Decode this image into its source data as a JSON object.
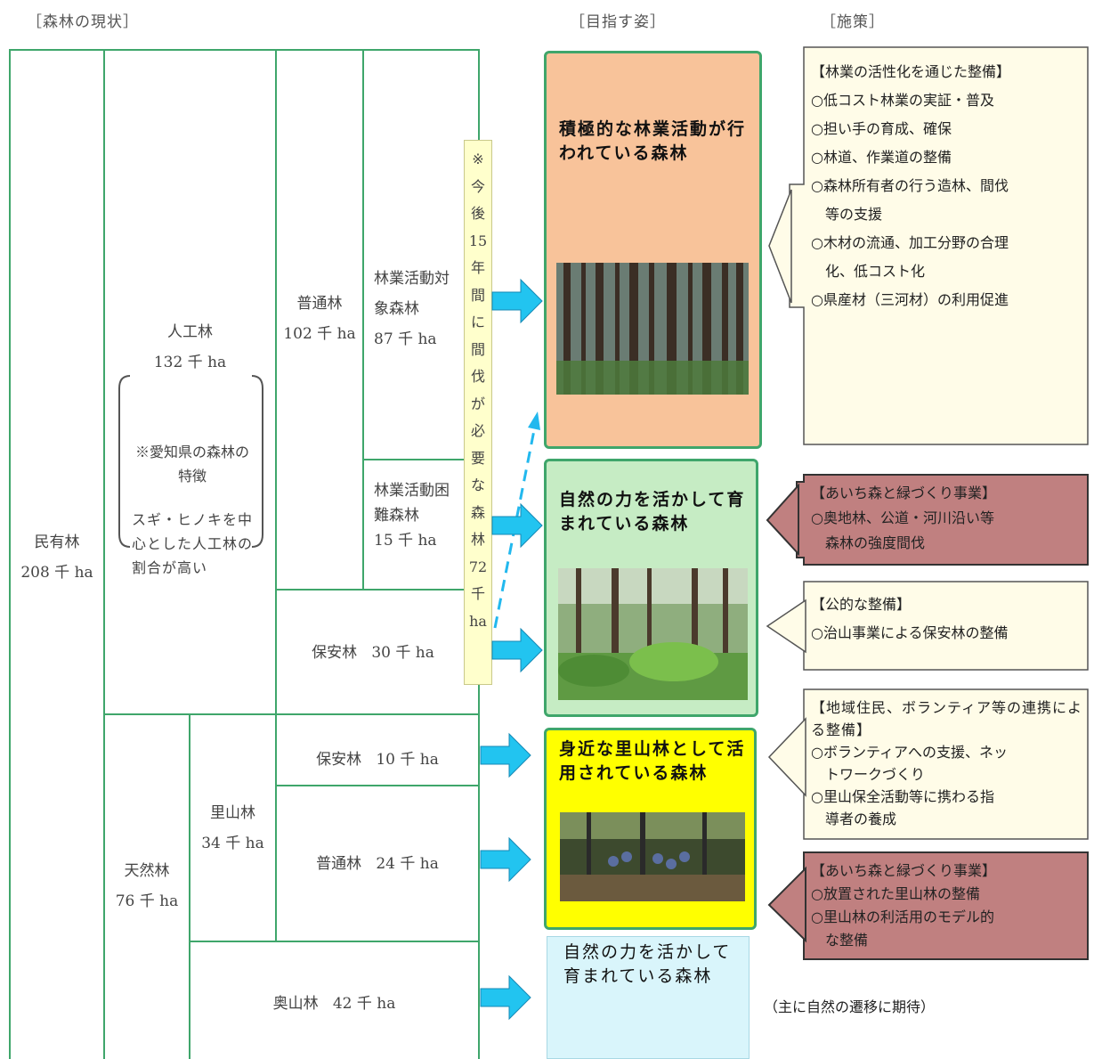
{
  "headers": {
    "current": "［森林の現状］",
    "goal": "［目指す姿］",
    "policy": "［施策］"
  },
  "current": {
    "private": {
      "name": "民有林",
      "area": "208 千 ha"
    },
    "planted": {
      "name": "人工林",
      "area": "132 千 ha"
    },
    "feature": {
      "title": "※愛知県の森林の特徴",
      "text": "スギ・ヒノキを中心とした人工林の割合が高い"
    },
    "ordinary_planted": {
      "name": "普通林",
      "area": "102 千 ha"
    },
    "forestry_target": {
      "name": "林業活動対象森林",
      "area": "87 千 ha"
    },
    "forestry_difficult": {
      "name": "林業活動困難森林",
      "area": "15 千 ha"
    },
    "protection_planted": {
      "name": "保安林",
      "area": "30 千 ha"
    },
    "thinning_note": [
      "※",
      "今",
      "後",
      "15",
      "年",
      "間",
      "に",
      "間",
      "伐",
      "が",
      "必",
      "要",
      "な",
      "森",
      "林",
      "72",
      "千",
      "ha"
    ],
    "natural": {
      "name": "天然林",
      "area": "76 千 ha"
    },
    "satoyama": {
      "name": "里山林",
      "area": "34 千 ha"
    },
    "protection_natural": {
      "name": "保安林",
      "area": "10 千 ha"
    },
    "ordinary_natural": {
      "name": "普通林",
      "area": "24 千 ha"
    },
    "okuyama": {
      "name": "奥山林",
      "area": "42 千 ha"
    }
  },
  "goals": [
    {
      "text": "積極的な林業活動が行われている森林"
    },
    {
      "text": "自然の力を活かして育まれている森林"
    },
    {
      "text": "身近な里山林として活用されている森林"
    },
    {
      "text": "自然の力を活かして育まれている森林"
    }
  ],
  "policies": {
    "forestry": {
      "title": "【林業の活性化を通じた整備】",
      "items": [
        "○低コスト林業の実証・普及",
        "○担い手の育成、確保",
        "○林道、作業道の整備",
        "○森林所有者の行う造林、間伐",
        "　等の支援",
        "○木材の流通、加工分野の合理",
        "　化、低コスト化",
        "○県産材（三河材）の利用促進"
      ]
    },
    "aichi1": {
      "title": "【あいち森と緑づくり事業】",
      "items": [
        "○奥地林、公道・河川沿い等",
        "　森林の強度間伐"
      ]
    },
    "public": {
      "title": "【公的な整備】",
      "items": [
        "○治山事業による保安林の整備"
      ]
    },
    "community": {
      "title": "【地域住民、ボランティア等の連携による整備】",
      "items": [
        "○ボランティアへの支援、ネッ",
        "　トワークづくり",
        "○里山保全活動等に携わる指",
        "　導者の養成"
      ]
    },
    "aichi2": {
      "title": "【あいち森と緑づくり事業】",
      "items": [
        "○放置された里山林の整備",
        "○里山林の利活用のモデル的",
        "　な整備"
      ]
    },
    "natural_note": "（主に自然の遷移に期待）"
  },
  "colors": {
    "green": "#3fa66b",
    "orange": "#f8c39a",
    "light_green": "#c6ecc4",
    "yellow": "#ffff00",
    "light_blue": "#d9f5fb",
    "cream": "#fffce8",
    "maroon": "#c08080",
    "arrow": "#22c4f0"
  }
}
